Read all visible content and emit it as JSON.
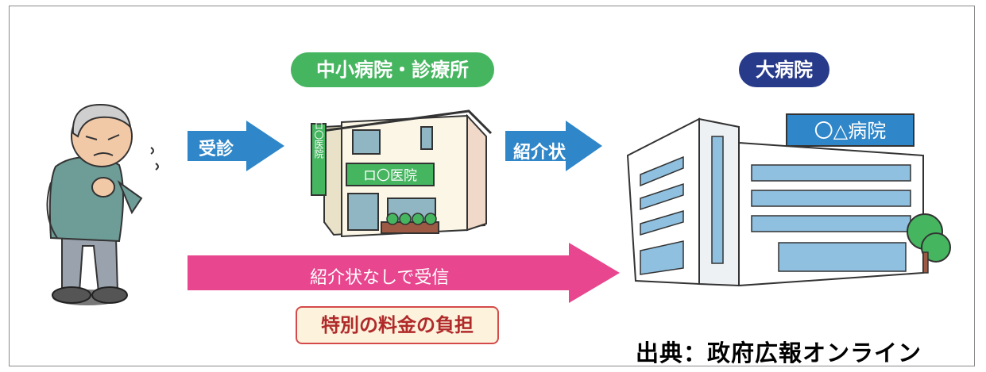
{
  "labels": {
    "clinic_pill": "中小病院・診療所",
    "big_hospital_pill": "大病院",
    "arrow_visit": "受診",
    "arrow_referral": "紹介状",
    "arrow_no_referral": "紹介状なしで受信",
    "burden_box": "特別の料金の負担",
    "source": "出典：政府広報オンライン"
  },
  "signs": {
    "clinic_sign": "ロ〇医院",
    "clinic_vertical_sign": "ロ〇医院",
    "hospital_sign": "〇△病院"
  },
  "colors": {
    "clinic_green": "#46b560",
    "hospital_navy": "#283a8a",
    "arrow_blue": "#2f86c8",
    "arrow_pink": "#e8478f",
    "burden_border": "#d44a4a"
  }
}
